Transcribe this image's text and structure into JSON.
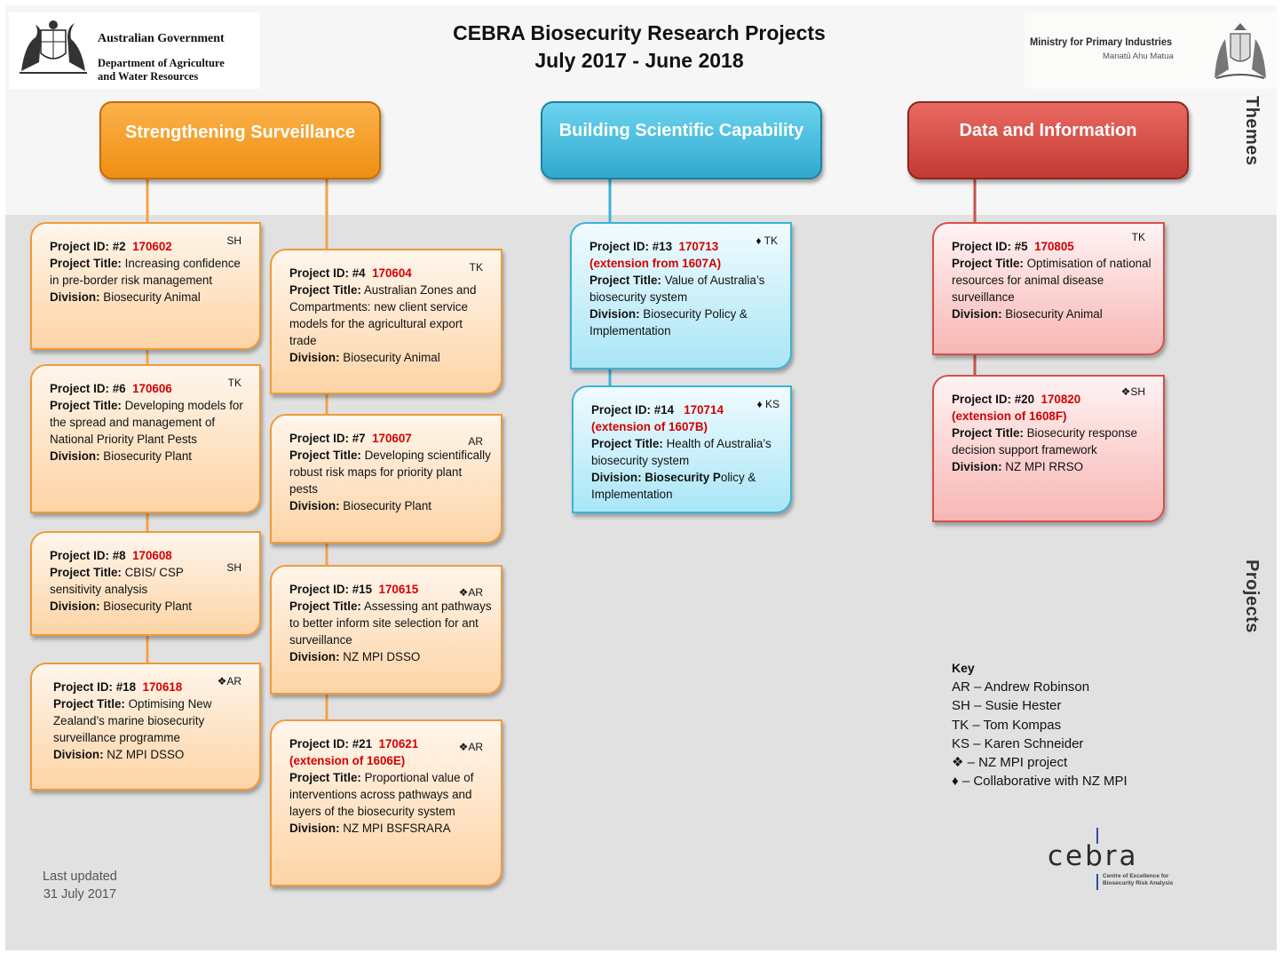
{
  "header": {
    "title_line1": "CEBRA Biosecurity Research Projects",
    "title_line2": "July 2017 -  June 2018"
  },
  "logos": {
    "aus_line1": "Australian Government",
    "aus_line2": "Department of Agriculture",
    "aus_line3": "and Water Resources",
    "mpi_line1": "Ministry for Primary Industries",
    "mpi_line2": "Manatū Ahu Matua"
  },
  "side_labels": {
    "themes": "Themes",
    "projects": "Projects"
  },
  "themes": [
    {
      "label": "Strengthening Surveillance",
      "color": "#f39a1e"
    },
    {
      "label": "Building Scientific Capability",
      "color": "#3db8dc"
    },
    {
      "label": "Data and Information",
      "color": "#d0463f"
    }
  ],
  "labels": {
    "project_id": "Project ID:",
    "project_title": "Project Title:",
    "division": "Division:"
  },
  "projects": {
    "p2": {
      "num": "#2",
      "code": "170602",
      "tag": "SH",
      "title": "Increasing confidence in pre-border risk management",
      "division": "Biosecurity Animal"
    },
    "p6": {
      "num": "#6",
      "code": "170606",
      "tag": "TK",
      "title": " Developing models for the spread and management  of National Priority Plant Pests",
      "division": "Biosecurity Plant"
    },
    "p8": {
      "num": "#8",
      "code": "170608",
      "tag": "SH",
      "title": "CBIS/ CSP sensitivity analysis",
      "division": "Biosecurity Plant"
    },
    "p18": {
      "num": "#18",
      "code": "170618",
      "tag": "❖AR",
      "title": "Optimising New Zealand’s marine biosecurity surveillance programme",
      "division": "NZ MPI DSSO"
    },
    "p4": {
      "num": "#4",
      "code": "170604",
      "tag": "TK",
      "title": "Australian Zones and Compartments: new client service models for the agricultural export trade",
      "division": "Biosecurity Animal"
    },
    "p7": {
      "num": "#7",
      "code": "170607",
      "tag": "AR",
      "title": "Developing scientifically robust risk maps for priority plant pests",
      "division": "Biosecurity Plant"
    },
    "p15": {
      "num": "#15",
      "code": "170615",
      "tag": "❖AR",
      "title": "Assessing ant pathways to better inform site selection for ant surveillance",
      "division": "NZ MPI DSSO"
    },
    "p21": {
      "num": "#21",
      "code": "170621",
      "tag": "❖AR",
      "extension": "(extension of 1606E)",
      "title": "Proportional value of interventions across pathways and layers of the biosecurity system",
      "division": "NZ MPI BSFSRARA"
    },
    "p13": {
      "num": "#13",
      "code": "170713",
      "tag": "♦ TK",
      "extension": "(extension from 1607A)",
      "title": "Value of Australia’s  biosecurity system",
      "division": "Biosecurity Policy & Implementation"
    },
    "p14": {
      "num": "#14",
      "code": "170714",
      "tag": "♦ KS",
      "extension": "(extension of 1607B)",
      "title": "Health of Australia’s biosecurity system",
      "division_bold": "Biosecurity P",
      "division_rest": "olicy & Implementation"
    },
    "p5": {
      "num": "#5",
      "code": "170805",
      "tag": "TK",
      "title": "Optimisation of national resources for animal disease surveillance",
      "division": "Biosecurity Animal"
    },
    "p20": {
      "num": "#20",
      "code": "170820",
      "tag": "❖SH",
      "extension": "(extension of 1608F)",
      "title": "Biosecurity response decision support framework",
      "division": "NZ MPI RRSO"
    }
  },
  "key": {
    "heading": "Key",
    "items": [
      "AR – Andrew Robinson",
      "SH – Susie Hester",
      "TK – Tom Kompas",
      "KS – Karen Schneider",
      "❖ – NZ MPI project",
      "♦ –  Collaborative with NZ MPI"
    ]
  },
  "footer": {
    "updated_line1": "Last updated",
    "updated_line2": "31 July 2017"
  },
  "cebra": {
    "word": "cebra",
    "sub1": "Centre of Excellence for",
    "sub2": "Biosecurity Risk Analysis"
  }
}
